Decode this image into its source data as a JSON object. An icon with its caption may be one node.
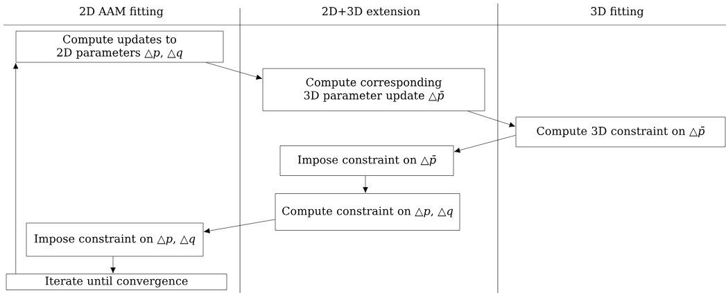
{
  "diagram": {
    "nodes": [
      {
        "text": [
          "Compute updates to 2D parameters △*p*, △*q*"
        ]
      },
      {
        "text": [
          "Compute corresponding 3D parameter update △*p̄*"
        ]
      },
      {
        "text": [
          "Compute 3D constraint on △*p̄*"
        ]
      },
      {
        "text": [
          "Impose constraint on △*p̄*"
        ]
      },
      {
        "text": [
          "Compute constraint on △*p*, △*q*"
        ]
      },
      {
        "text": [
          "Impose constraint on △*p*, △*q*"
        ]
      },
      {
        "text": [
          "Iterate until convergence"
        ]
      }
    ],
    "edges": [
      {
        "from": 0,
        "to": 1,
        "arrow": "to"
      },
      {
        "from": 1,
        "to": 2,
        "arrow": "to"
      },
      {
        "from": 2,
        "to": 3,
        "arrow": "to"
      },
      {
        "from": 3,
        "to": 4,
        "arrow": "to"
      },
      {
        "from": 4,
        "to": 5,
        "arrow": "to"
      },
      {
        "from": 5,
        "to": 6,
        "arrow": "to"
      },
      {
        "from": 6,
        "to": 0,
        "arrow": "to"
      }
    ],
    "labels": [
      "2D AAM fitting",
      "2D+3D extension",
      "3D fitting"
    ]
  }
}
